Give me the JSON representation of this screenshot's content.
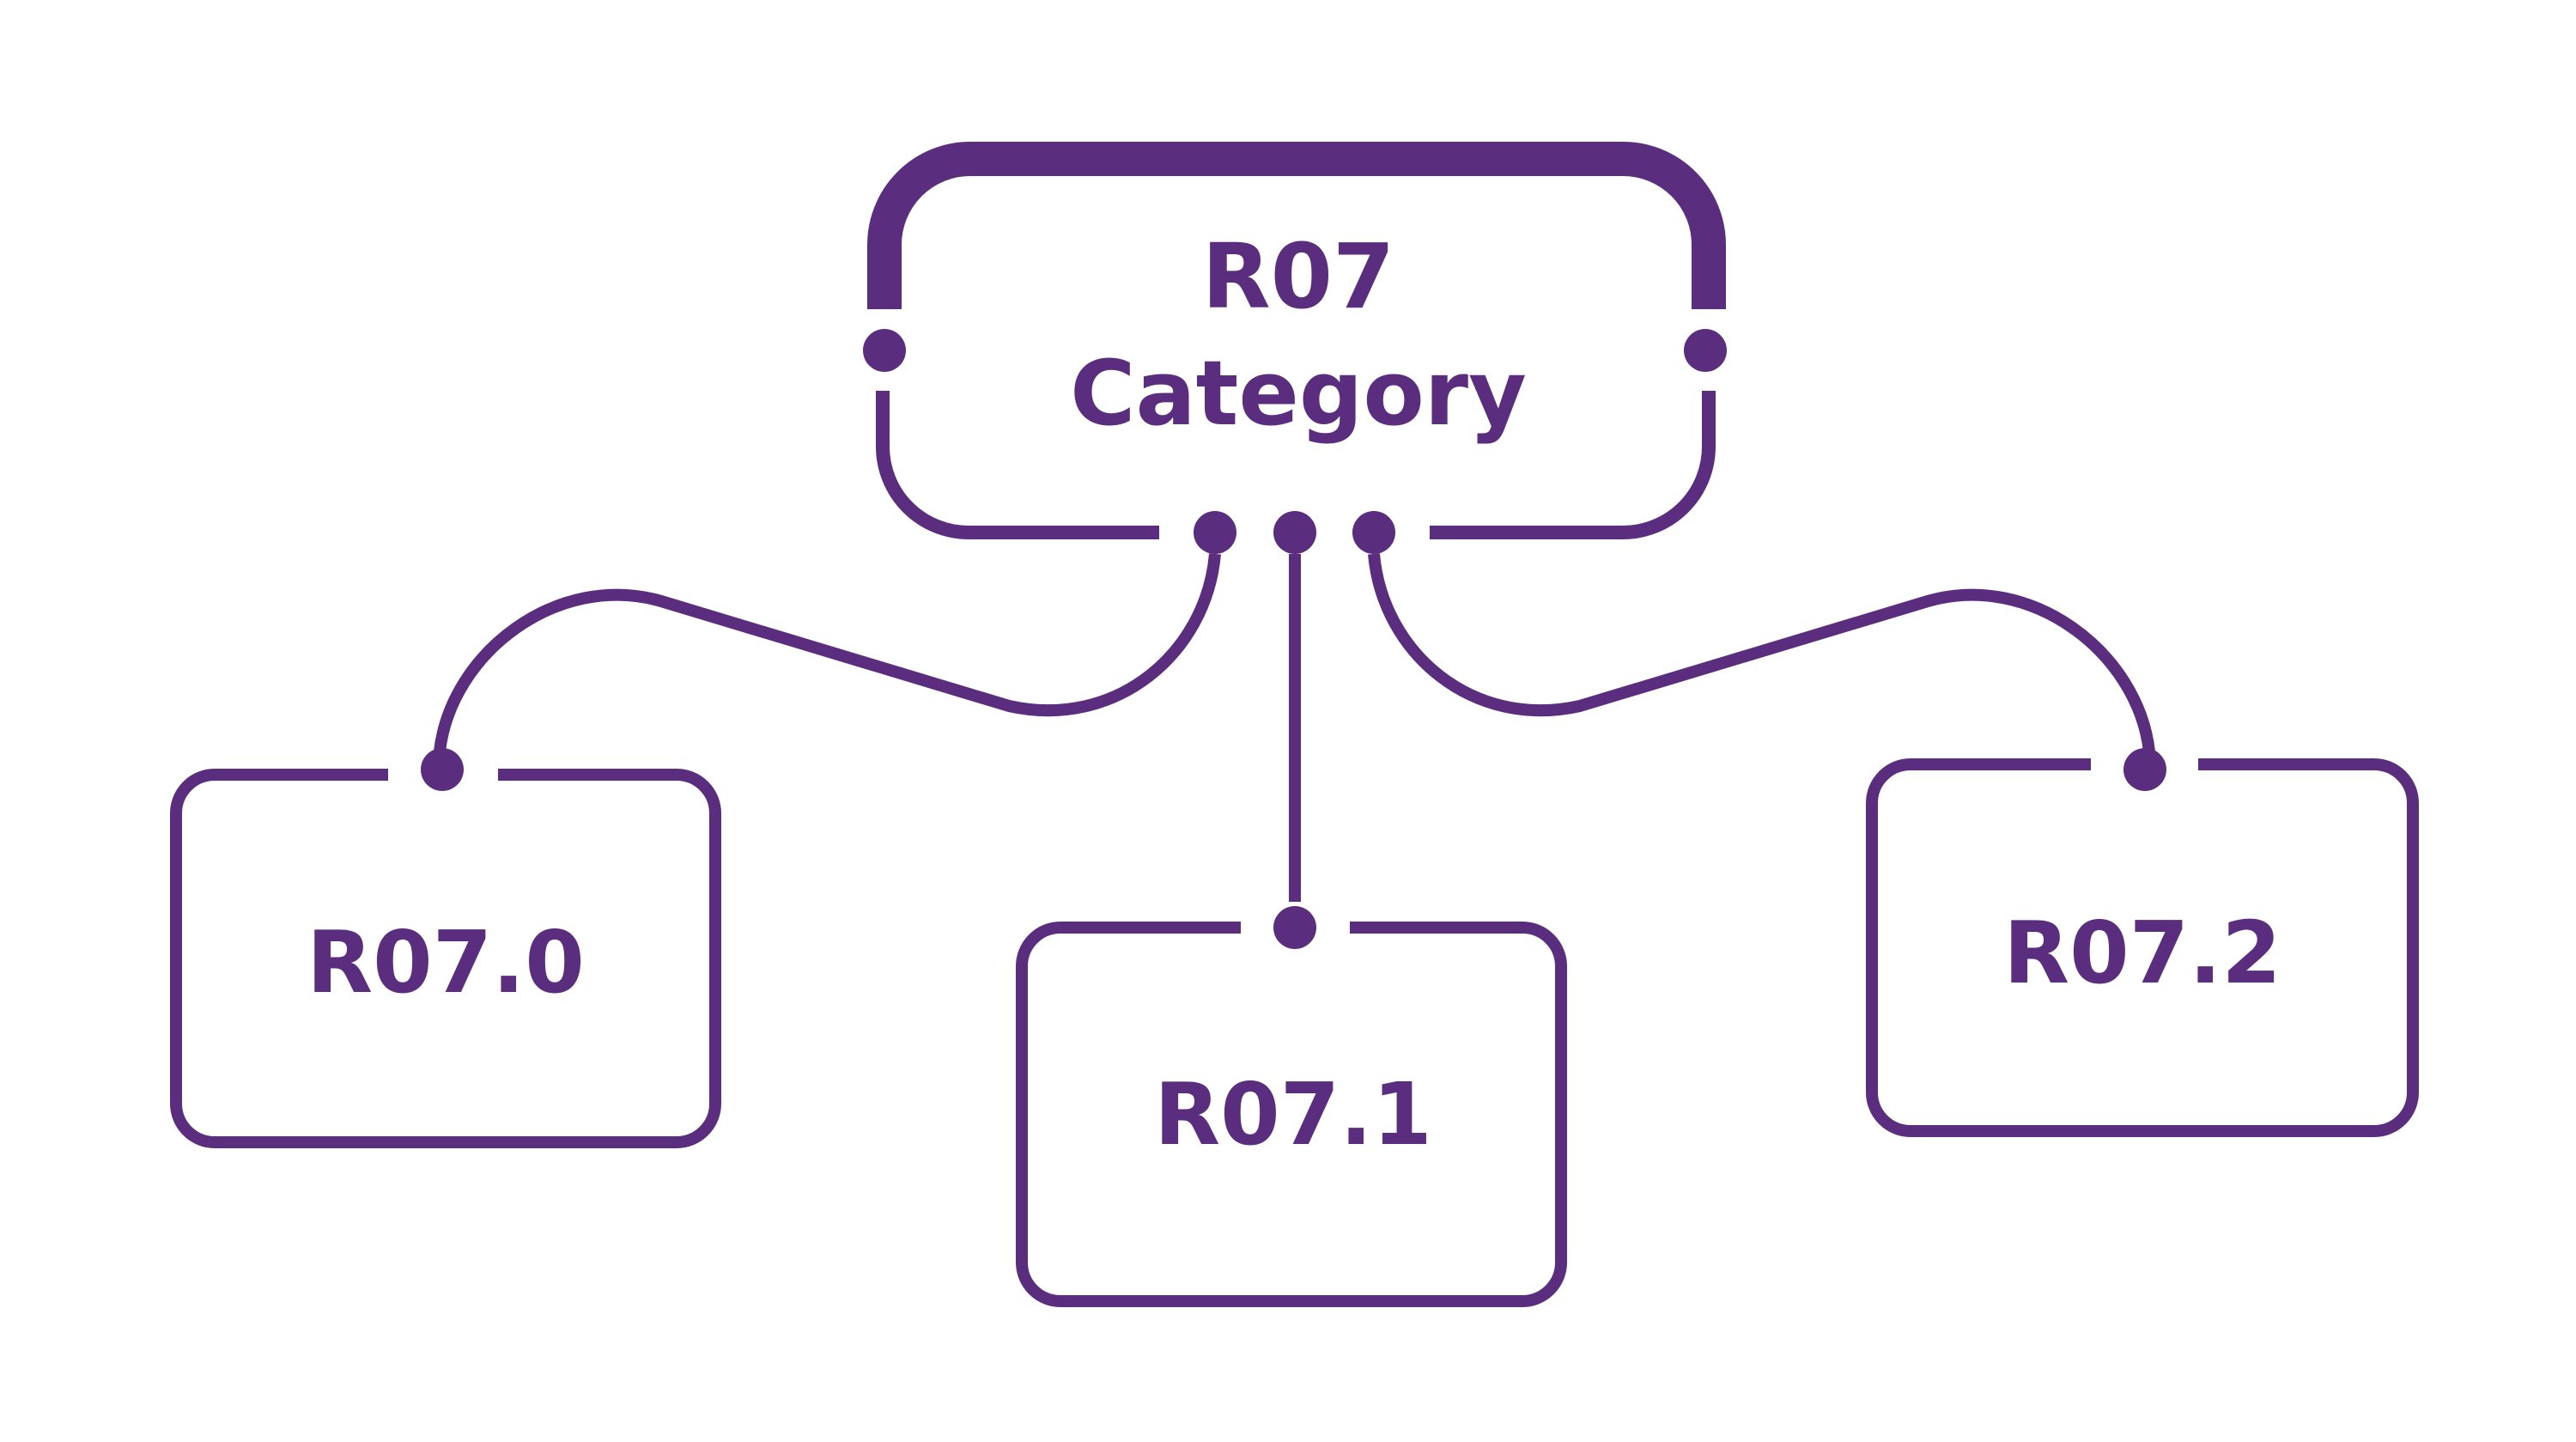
{
  "colors": {
    "stroke": "#5B2D7E",
    "text": "#5B2D7E",
    "background": "#FFFFFF"
  },
  "diagram": {
    "root": {
      "line1": "R07",
      "line2": "Category"
    },
    "children": [
      {
        "id": "r070",
        "label": "R07.0"
      },
      {
        "id": "r071",
        "label": "R07.1"
      },
      {
        "id": "r072",
        "label": "R07.2"
      }
    ]
  }
}
